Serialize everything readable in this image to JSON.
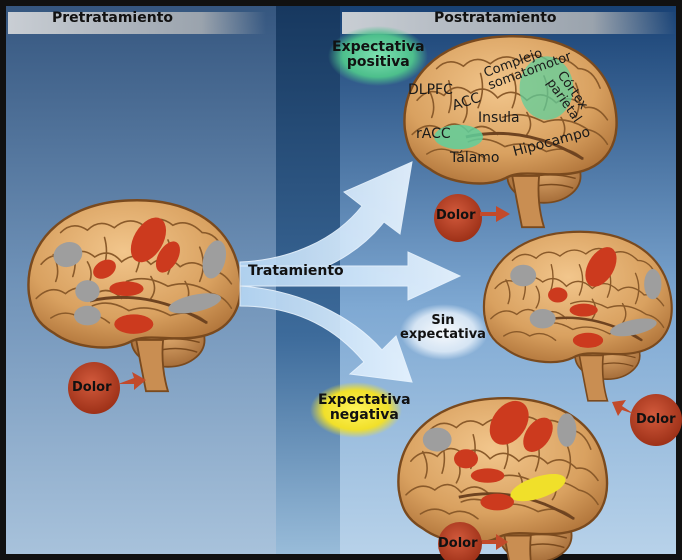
{
  "headers": {
    "pre": "Pretratamiento",
    "post": "Postratamiento"
  },
  "treatment_label": "Tratamiento",
  "expectations": {
    "positive": "Expectativa\npositiva",
    "none": "Sin\nexpectativa",
    "negative": "Expectativa\nnegativa"
  },
  "regions": {
    "dlpfc": "DLPFC",
    "acc": "ACC",
    "racc": "rACC",
    "somatomotor": "Complejo\nsomatomotor",
    "parietal": "Córtex\nparietal",
    "insula": "Insula",
    "hippocampus": "Hipocampo",
    "thalamus": "Tálamo"
  },
  "pain_label": "Dolor",
  "colors": {
    "bg_left_top": "#3b5d86",
    "bg_right_top": "#1e4a7d",
    "center_band": "#1f3f66",
    "brain": "#d9a160",
    "fold": "#8a5a2a",
    "active_red": "#cc3a1e",
    "inactive_gray": "#9e9e9e",
    "yellow": "#f0e02a",
    "green_glow": "#5fcf9b",
    "arrow": "#d4ecff",
    "pain_circle": "#b8432a"
  }
}
